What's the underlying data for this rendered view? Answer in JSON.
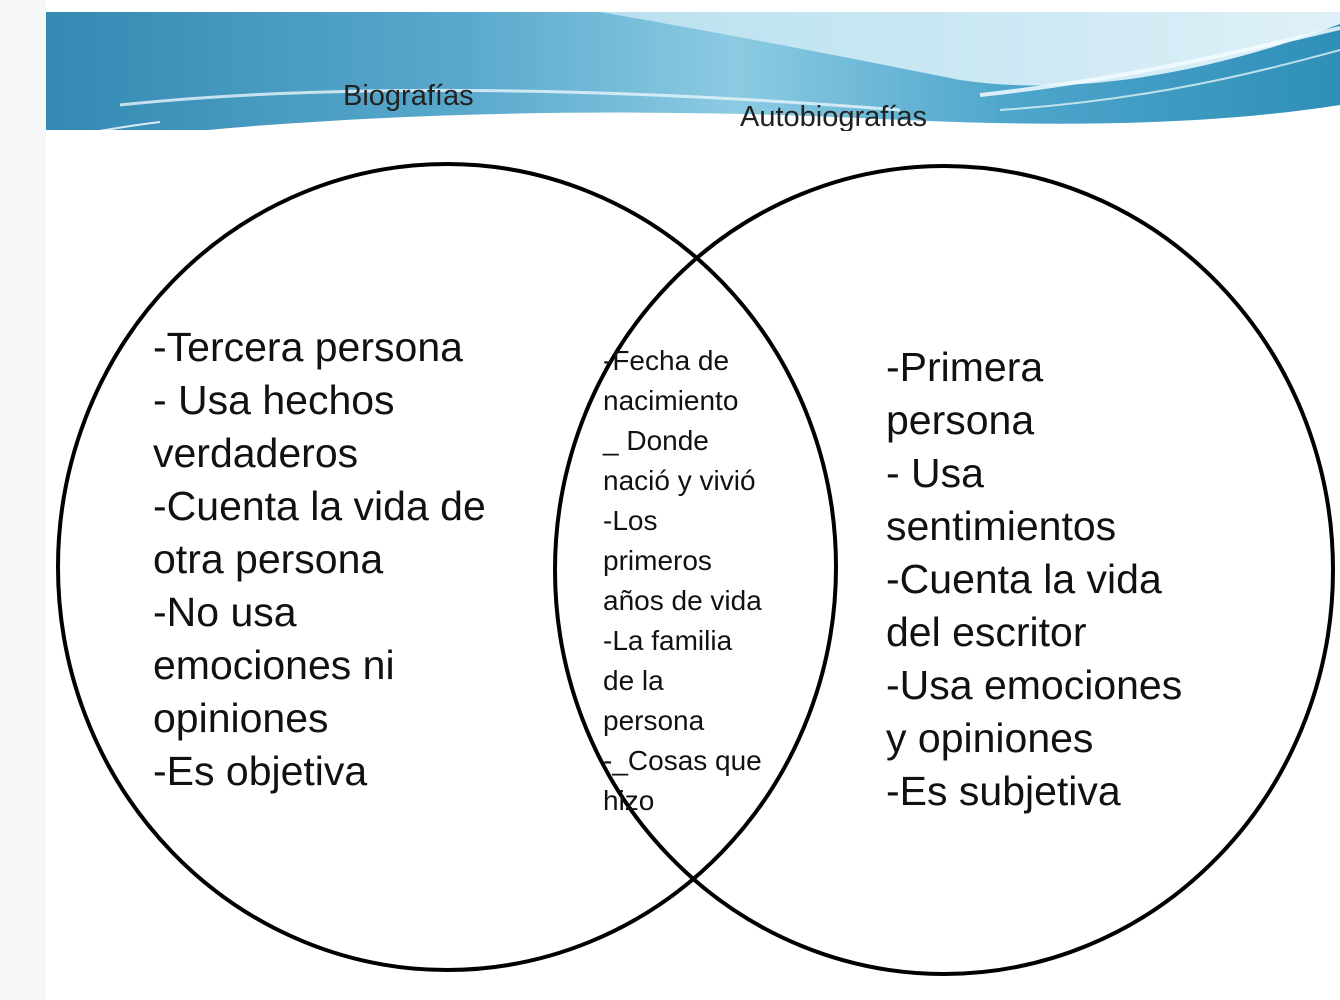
{
  "diagram": {
    "type": "venn",
    "left_set": {
      "label": "Biografías",
      "content": "-Tercera persona\n- Usa hechos\nverdaderos\n-Cuenta la vida de\notra persona\n-No usa\nemociones ni\nopiniones\n-Es objetiva"
    },
    "right_set": {
      "label": "Autobiografías",
      "content": "-Primera\npersona\n- Usa\nsentimientos\n-Cuenta la vida\ndel escritor\n-Usa emociones\ny opiniones\n-Es subjetiva"
    },
    "intersection": {
      "content": "-Fecha de\nnacimiento\n_ Donde\nnació y vivió\n-Los\nprimeros\naños de vida\n-La familia\nde la\npersona\n-_Cosas que\nhizo"
    }
  },
  "theme": {
    "header_colors": [
      "#2e8fb7",
      "#5fb6d6",
      "#9fd4e8",
      "#d7eef6"
    ],
    "line_color": "#000000"
  }
}
